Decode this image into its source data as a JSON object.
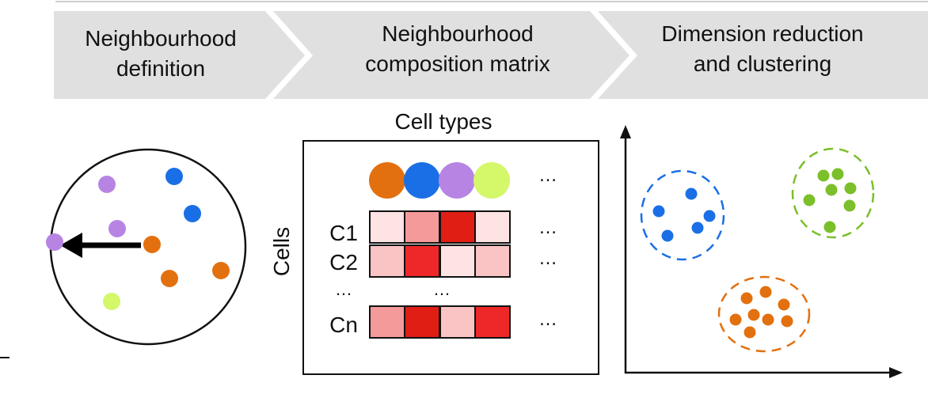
{
  "steps": [
    {
      "line1": "Neighbourhood",
      "line2": "definition"
    },
    {
      "line1": "Neighbourhood",
      "line2": "composition matrix"
    },
    {
      "line1": "Dimension reduction",
      "line2": "and clustering"
    }
  ],
  "matrix": {
    "column_label": "Cell types",
    "row_label": "Cells",
    "rows": [
      "C1",
      "C2",
      "Cn"
    ],
    "ellipsis": "…",
    "vertical_ellipsis": "⋮"
  },
  "colors": {
    "orange": "#e3700f",
    "blue": "#1a6fe6",
    "purple": "#b784e3",
    "lime": "#d5f76a",
    "green": "#7bbf2a",
    "banner": "#e0e0e0"
  },
  "heat": [
    [
      "#fde3e3",
      "#f59a9a",
      "#e01e14",
      "#fde3e3"
    ],
    [
      "#fbc4c4",
      "#ee2828",
      "#fde3e3",
      "#fbc4c4"
    ],
    [
      "#f59a9a",
      "#e01e14",
      "#fbc4c4",
      "#ee2828"
    ]
  ]
}
